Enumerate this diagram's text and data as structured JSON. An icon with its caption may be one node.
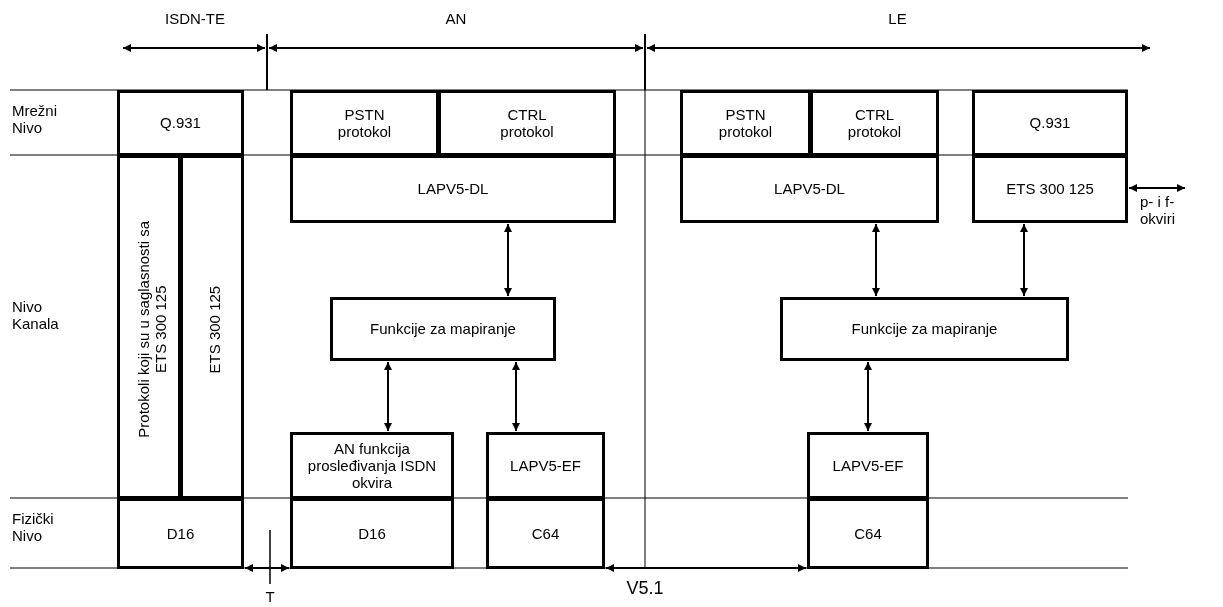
{
  "diagram": {
    "nodes": [
      {
        "text": [
          "Q.931"
        ]
      },
      {
        "text": [
          "Protokoli koji su u saglasnosti sa ETS 300 125"
        ]
      },
      {
        "text": [
          "ETS 300 125"
        ]
      },
      {
        "text": [
          "D16"
        ]
      },
      {
        "text": [
          "PSTN protokol"
        ]
      },
      {
        "text": [
          "CTRL protokol"
        ]
      },
      {
        "text": [
          "LAPV5-DL"
        ]
      },
      {
        "text": [
          "Funkcije za mapiranje"
        ]
      },
      {
        "text": [
          "AN funkcija prosleđivanja ISDN okvira"
        ]
      },
      {
        "text": [
          "LAPV5-EF"
        ]
      },
      {
        "text": [
          "D16"
        ]
      },
      {
        "text": [
          "C64"
        ]
      },
      {
        "text": [
          "PSTN protokol"
        ]
      },
      {
        "text": [
          "CTRL protokol"
        ]
      },
      {
        "text": [
          "Q.931"
        ]
      },
      {
        "text": [
          "LAPV5-DL"
        ]
      },
      {
        "text": [
          "ETS 300 125"
        ]
      },
      {
        "text": [
          "Funkcije za mapiranje"
        ]
      },
      {
        "text": [
          "LAPV5-EF"
        ]
      },
      {
        "text": [
          "C64"
        ]
      },
      {
        "text": [
          "p- i f- okviri"
        ]
      }
    ],
    "edges": [
      {
        "from": 6,
        "to": 7,
        "arrow": "both"
      },
      {
        "from": 7,
        "to": 8,
        "arrow": "both"
      },
      {
        "from": 7,
        "to": 9,
        "arrow": "both"
      },
      {
        "from": 15,
        "to": 17,
        "arrow": "both"
      },
      {
        "from": 16,
        "to": 17,
        "arrow": "both"
      },
      {
        "from": 17,
        "to": 18,
        "arrow": "both"
      },
      {
        "from": 3,
        "to": 10,
        "arrow": "both"
      },
      {
        "from": 11,
        "to": 19,
        "arrow": "both"
      },
      {
        "from": 16,
        "to": 20,
        "arrow": "both"
      }
    ],
    "labels": [
      "ISDN-TE",
      "AN",
      "LE",
      "Mrežni Nivo",
      "Nivo Kanala",
      "Fizički Nivo",
      "T",
      "V5.1"
    ]
  }
}
